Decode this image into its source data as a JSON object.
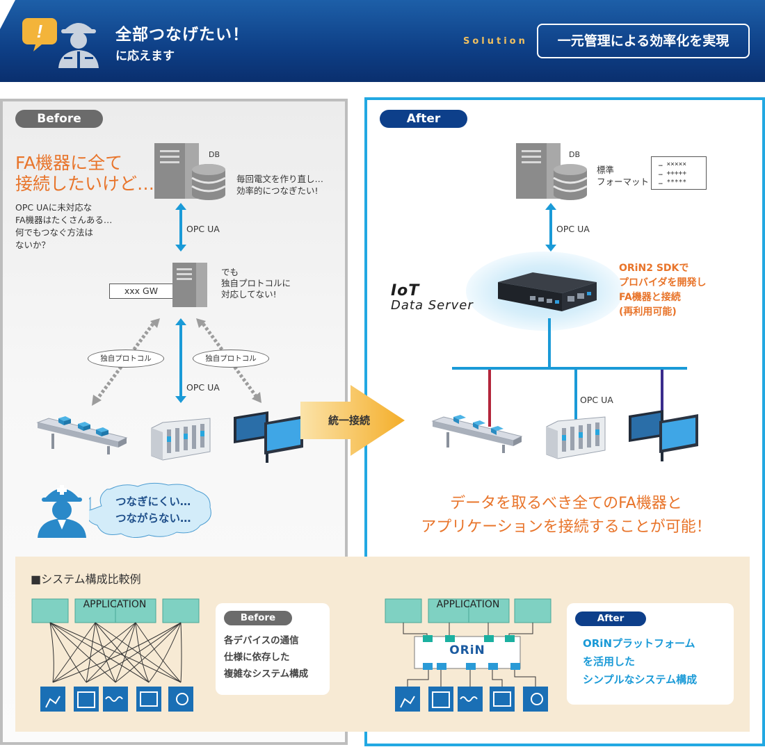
{
  "header": {
    "title_line1": "全部つなげたい！",
    "title_line2": "に応えます",
    "solution_label": "Solution",
    "solution_text": "一元管理による効率化を実現"
  },
  "before": {
    "tag": "Before",
    "headline_line1": "FA機器に全て",
    "headline_line2": "接続したいけど…",
    "desc_lines": [
      "OPC UAに未対応な",
      "FA機器はたくさんある…",
      "何でもつなぐ方法は",
      "ないか？"
    ],
    "db_label": "DB",
    "db_note_lines": [
      "毎回電文を作り直し…",
      "効率的につなぎたい!"
    ],
    "opc_top": "OPC UA",
    "gw_label": "xxx GW",
    "gw_note_lines": [
      "でも",
      "独自プロトコルに",
      "対応してない!"
    ],
    "proto_left": "独自プロトコル",
    "proto_right": "独自プロトコル",
    "opc_bottom": "OPC UA",
    "bubble_lines": [
      "つなぎにくい…",
      "つながらない…"
    ]
  },
  "arrow_label": "統一接続",
  "after": {
    "tag": "After",
    "db_label": "DB",
    "format_label_lines": [
      "標準",
      "フォーマット"
    ],
    "format_rows": [
      "… ×××××",
      "… +++++",
      "… *****"
    ],
    "opc_top": "OPC UA",
    "iot_line1": "IoT",
    "iot_line2": "Data Server",
    "orin_note_lines": [
      "ORiN2 SDKで",
      "プロバイダを開発し",
      "FA機器と接続",
      "(再利用可能)"
    ],
    "opc_mid": "OPC UA",
    "result_line1": "データを取るべき全てのFA機器と",
    "result_line2": "アプリケーションを接続することが可能！"
  },
  "comparison": {
    "title": "■システム構成比較例",
    "app_label": "APPLICATION",
    "before_tag": "Before",
    "before_lines": [
      "各デバイスの通信",
      "仕様に依存した",
      "複雑なシステム構成"
    ],
    "after_app_label": "APPLICATION",
    "orin_logo": "ORiN",
    "after_tag": "After",
    "after_lines": [
      "ORiNプラットフォーム",
      "を活用した",
      "シンプルなシステム構成"
    ]
  },
  "colors": {
    "header_blue": "#0e3f86",
    "accent_blue": "#22a8e2",
    "orange": "#e8742a",
    "gold": "#f0b43a",
    "tag_gray": "#6b6b6b",
    "tag_navy": "#0d3f8a",
    "teal_box": "#7fd1c2"
  },
  "icons": {
    "alert": "alert-icon",
    "worker": "worker-icon",
    "server": "server-icon",
    "database": "database-icon",
    "conveyor": "conveyor-icon",
    "plc": "plc-icon",
    "monitor": "monitor-icon",
    "robot": "robot-arm-icon",
    "camera": "camera-icon"
  }
}
